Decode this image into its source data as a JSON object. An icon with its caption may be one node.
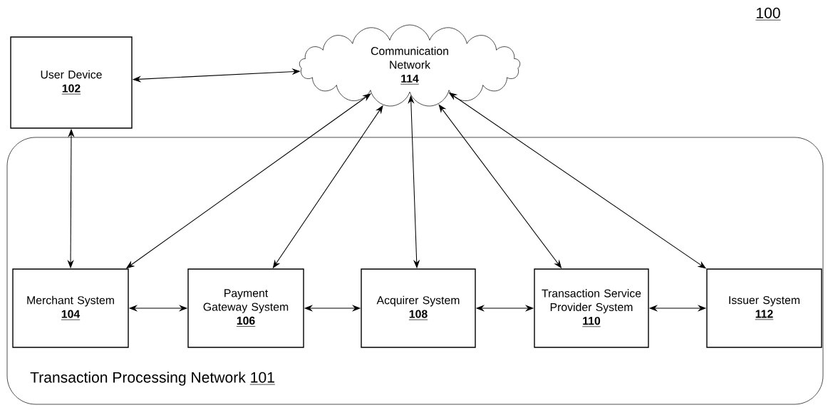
{
  "diagram": {
    "nodes": [
      {
        "text": [
          "User Device",
          "102"
        ]
      },
      {
        "text": [
          "Communication Network",
          "114"
        ]
      },
      {
        "text": [
          "Transaction Processing Network",
          "101"
        ]
      },
      {
        "text": [
          "Merchant System",
          "104"
        ],
        "in": 2
      },
      {
        "text": [
          "Payment Gateway System",
          "106"
        ],
        "in": 2
      },
      {
        "text": [
          "Acquirer System",
          "108"
        ],
        "in": 2
      },
      {
        "text": [
          "Transaction Service Provider System",
          "110"
        ],
        "in": 2
      },
      {
        "text": [
          "Issuer System",
          "112"
        ],
        "in": 2
      }
    ],
    "edges": [
      {
        "from": 0,
        "to": 1,
        "arrow": "both"
      },
      {
        "from": 0,
        "to": 3,
        "arrow": "both"
      },
      {
        "from": 3,
        "to": 1,
        "arrow": "both"
      },
      {
        "from": 4,
        "to": 1,
        "arrow": "both"
      },
      {
        "from": 5,
        "to": 1,
        "arrow": "both"
      },
      {
        "from": 6,
        "to": 1,
        "arrow": "both"
      },
      {
        "from": 7,
        "to": 1,
        "arrow": "both"
      },
      {
        "from": 3,
        "to": 4,
        "arrow": "both"
      },
      {
        "from": 4,
        "to": 5,
        "arrow": "both"
      },
      {
        "from": 5,
        "to": 6,
        "arrow": "both"
      },
      {
        "from": 6,
        "to": 7,
        "arrow": "both"
      }
    ],
    "labels": [
      "100"
    ]
  }
}
